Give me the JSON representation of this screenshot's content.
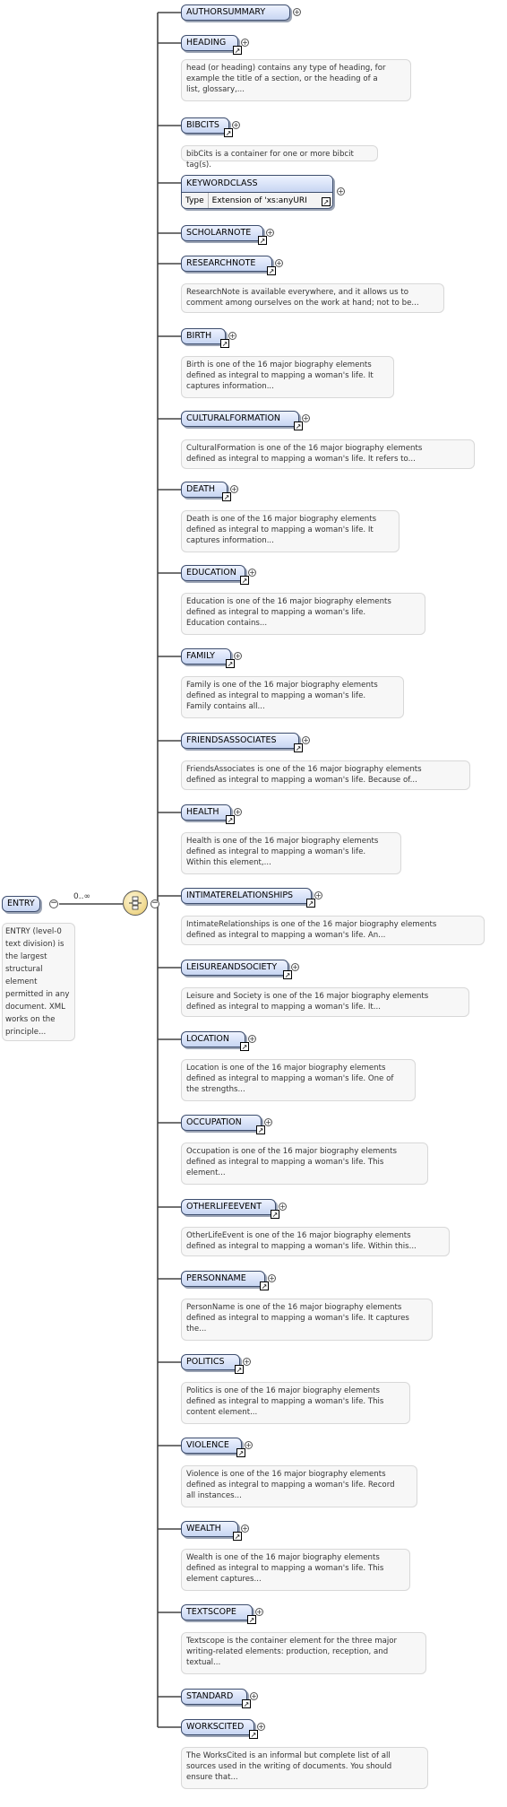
{
  "root": {
    "label": "ENTRY",
    "cardinality": "0..∞",
    "description": "ENTRY (level-0 text division) is the largest structural element permitted in any document. XML works on the principle..."
  },
  "elements": [
    {
      "label": "AUTHORSUMMARY",
      "has_link": false,
      "desc": ""
    },
    {
      "label": "HEADING",
      "has_link": true,
      "desc": "head (or heading) contains any type of heading, for\nexample the title of a section, or the heading of a\nlist, glossary,..."
    },
    {
      "label": "BIBCITS",
      "has_link": true,
      "desc": "bibCits is a container for one or more bibcit tag(s)."
    },
    {
      "label": "KEYWORDCLASS",
      "type_label": "Type",
      "type_value": "Extension of 'xs:anyURI",
      "has_link": true,
      "desc": ""
    },
    {
      "label": "SCHOLARNOTE",
      "has_link": true,
      "desc": ""
    },
    {
      "label": "RESEARCHNOTE",
      "has_link": true,
      "desc": "ResearchNote is available everywhere, and it allows us to\ncomment among ourselves on the work at hand; not to be..."
    },
    {
      "label": "BIRTH",
      "has_link": true,
      "desc": "Birth is one of the 16 major biography elements\ndefined as integral to mapping a woman's life. It\ncaptures information..."
    },
    {
      "label": "CULTURALFORMATION",
      "has_link": true,
      "desc": "CulturalFormation is one of the 16 major biography elements\ndefined as integral to mapping a woman's life. It refers to..."
    },
    {
      "label": "DEATH",
      "has_link": true,
      "desc": "Death is one of the 16 major biography elements\ndefined as integral to mapping a woman's life. It\ncaptures information..."
    },
    {
      "label": "EDUCATION",
      "has_link": true,
      "desc": "Education is one of the 16 major biography elements\ndefined as integral to mapping a woman's life.\nEducation contains..."
    },
    {
      "label": "FAMILY",
      "has_link": true,
      "desc": "Family is one of the 16 major biography elements\ndefined as integral to mapping a woman's life.\nFamily contains all..."
    },
    {
      "label": "FRIENDSASSOCIATES",
      "has_link": true,
      "desc": "FriendsAssociates is one of the 16 major biography elements\ndefined as integral to mapping a woman's life. Because of..."
    },
    {
      "label": "HEALTH",
      "has_link": true,
      "desc": "Health is one of the 16 major biography elements\ndefined as integral to mapping a woman's life.\nWithin this element,..."
    },
    {
      "label": "INTIMATERELATIONSHIPS",
      "has_link": true,
      "desc": "IntimateRelationships is one of the 16 major biography elements\ndefined as integral to mapping a woman's life. An..."
    },
    {
      "label": "LEISUREANDSOCIETY",
      "has_link": true,
      "desc": "Leisure and Society is one of the 16 major biography elements\ndefined as integral to mapping a woman's life. It..."
    },
    {
      "label": "LOCATION",
      "has_link": true,
      "desc": "Location is one of the 16 major biography elements\ndefined as integral to mapping a woman's life. One of\nthe strengths..."
    },
    {
      "label": "OCCUPATION",
      "has_link": true,
      "desc": "Occupation is one of the 16 major biography elements\ndefined as integral to mapping a woman's life. This\nelement..."
    },
    {
      "label": "OTHERLIFEEVENT",
      "has_link": true,
      "desc": "OtherLifeEvent is one of the 16 major biography elements\ndefined as integral to mapping a woman's life. Within this..."
    },
    {
      "label": "PERSONNAME",
      "has_link": true,
      "desc": "PersonName is one of the 16 major biography elements\ndefined as integral to mapping a woman's life. It captures\nthe..."
    },
    {
      "label": "POLITICS",
      "has_link": true,
      "desc": "Politics is one of the 16 major biography elements\ndefined as integral to mapping a woman's life. This\ncontent element..."
    },
    {
      "label": "VIOLENCE",
      "has_link": true,
      "desc": "Violence is one of the 16 major biography elements\ndefined as integral to mapping a woman's life. Record\nall instances..."
    },
    {
      "label": "WEALTH",
      "has_link": true,
      "desc": "Wealth is one of the 16 major biography elements\ndefined as integral to mapping a woman's life. This\nelement captures..."
    },
    {
      "label": "TEXTSCOPE",
      "has_link": true,
      "desc": "Textscope is the container element for the three major\nwriting-related elements: production, reception, and\ntextual..."
    },
    {
      "label": "STANDARD",
      "has_link": true,
      "desc": ""
    },
    {
      "label": "WORKSCITED",
      "has_link": true,
      "desc": "The WorksCited is an informal but complete list of all\nsources used in the writing of documents. You should\nensure that..."
    }
  ]
}
